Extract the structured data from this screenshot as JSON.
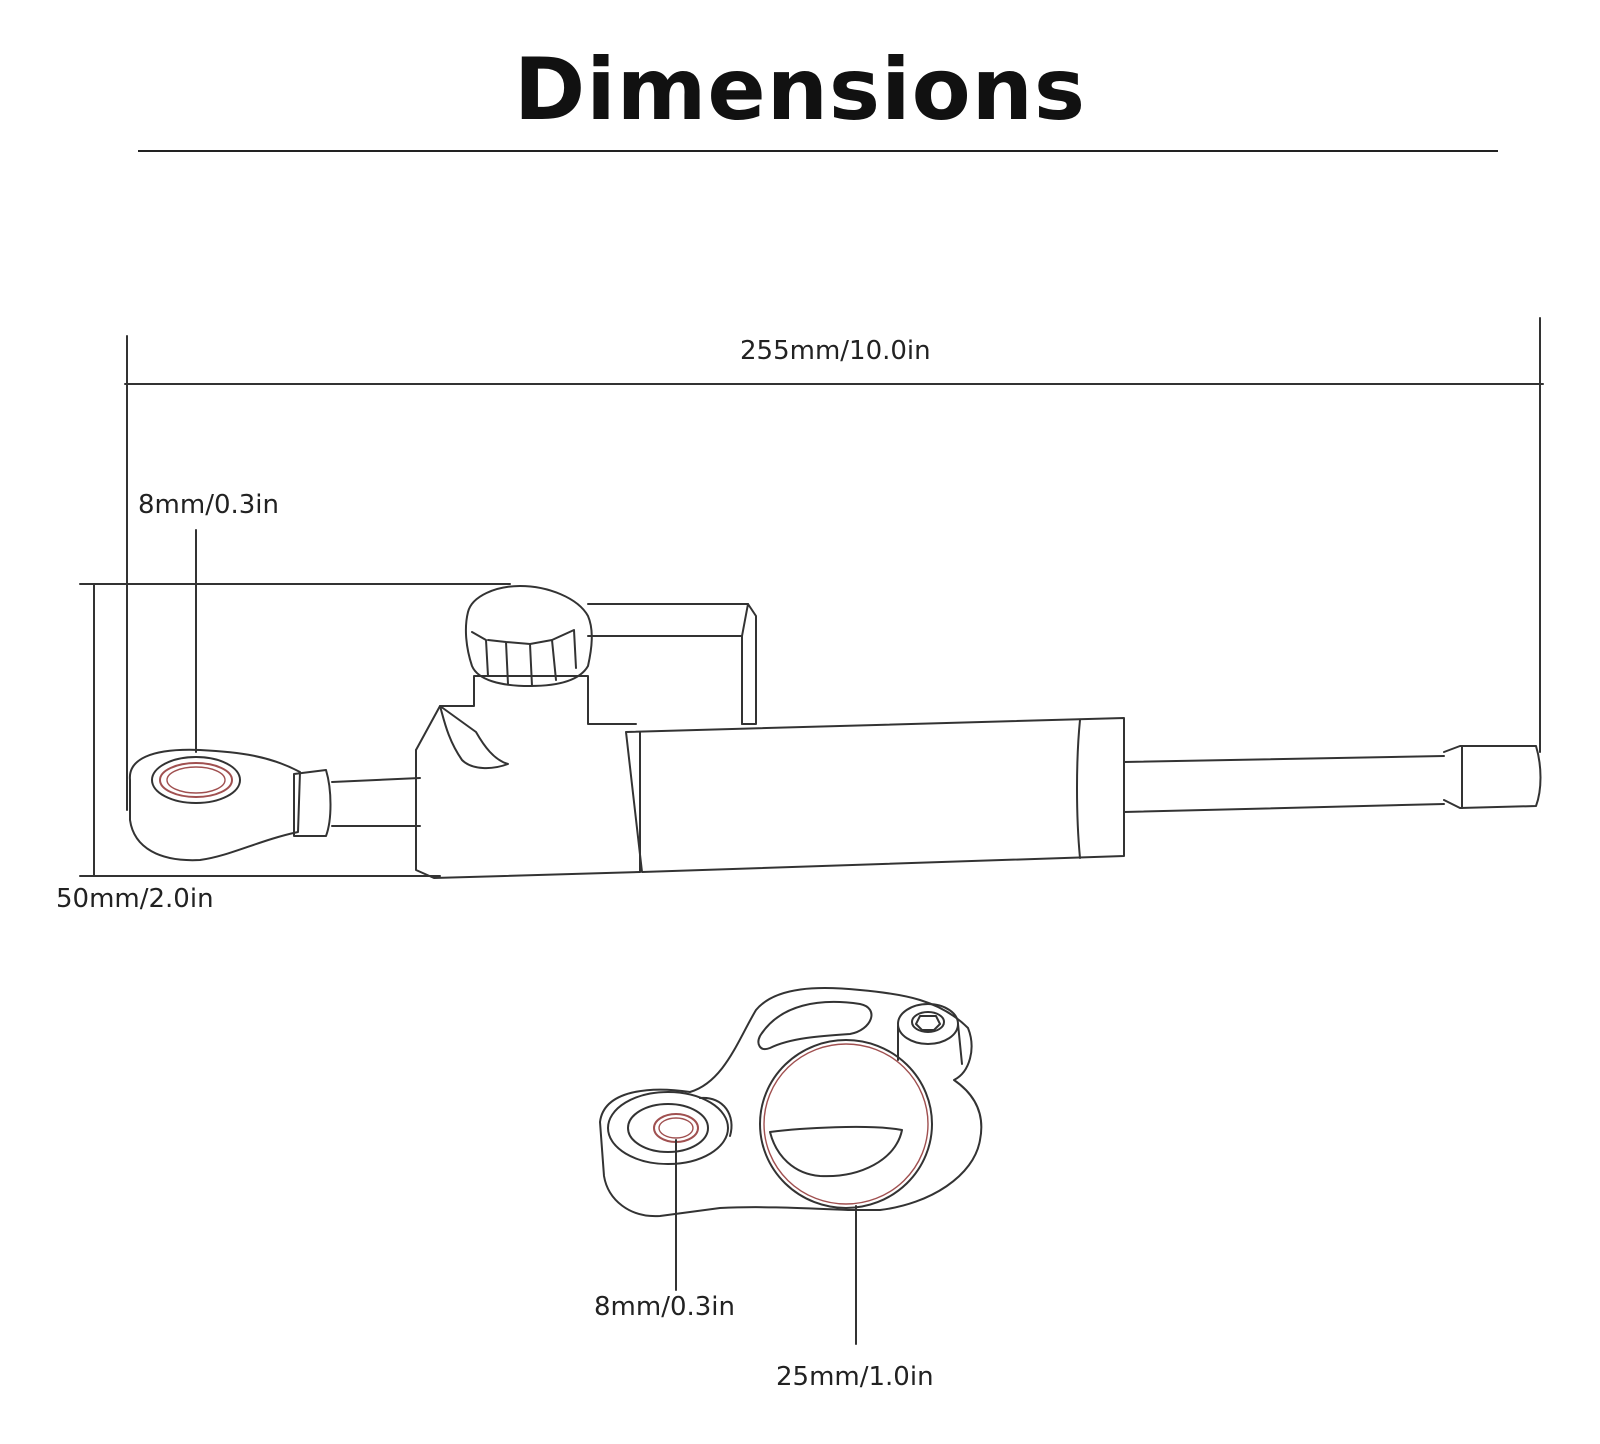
{
  "title": "Dimensions",
  "damper": {
    "overall_length_label": "255mm/10.0in",
    "eyelet_hole_label": "8mm/0.3in",
    "height_label": "50mm/2.0in"
  },
  "clamp": {
    "bolt_hole_label": "8mm/0.3in",
    "bore_label": "25mm/1.0in"
  },
  "colors": {
    "line": "#333333",
    "hole_outline": "#a05050",
    "background": "#ffffff"
  }
}
